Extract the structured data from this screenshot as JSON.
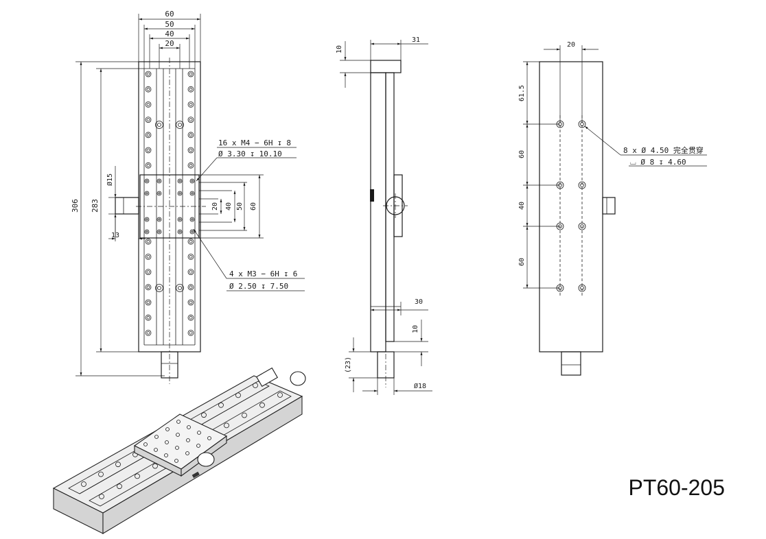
{
  "model": "PT60-205",
  "front_view": {
    "width_dims": [
      "60",
      "50",
      "40",
      "20"
    ],
    "height_dims": [
      "306",
      "283"
    ],
    "knob_dims": [
      "Ø15",
      "13"
    ],
    "table_dims": [
      "20",
      "40",
      "50",
      "60"
    ],
    "callout_a": [
      "16 x  M4 − 6H ↧ 8",
      "Ø 3.30 ↧ 10.10"
    ],
    "callout_b": [
      "4 x  M3 − 6H ↧ 6",
      "Ø 2.50 ↧ 7.50"
    ]
  },
  "side_view": {
    "dims": [
      "10",
      "31",
      "30",
      "10",
      "(23)",
      "Ø18"
    ]
  },
  "bottom_view": {
    "dims": [
      "20",
      "61.5",
      "60",
      "40",
      "60"
    ],
    "callout": [
      "8 x  Ø 4.50 完全贯穿",
      "⌴ Ø 8 ↧ 4.60"
    ]
  },
  "colors": {
    "line": "#1a1a1a",
    "background": "#ffffff"
  }
}
